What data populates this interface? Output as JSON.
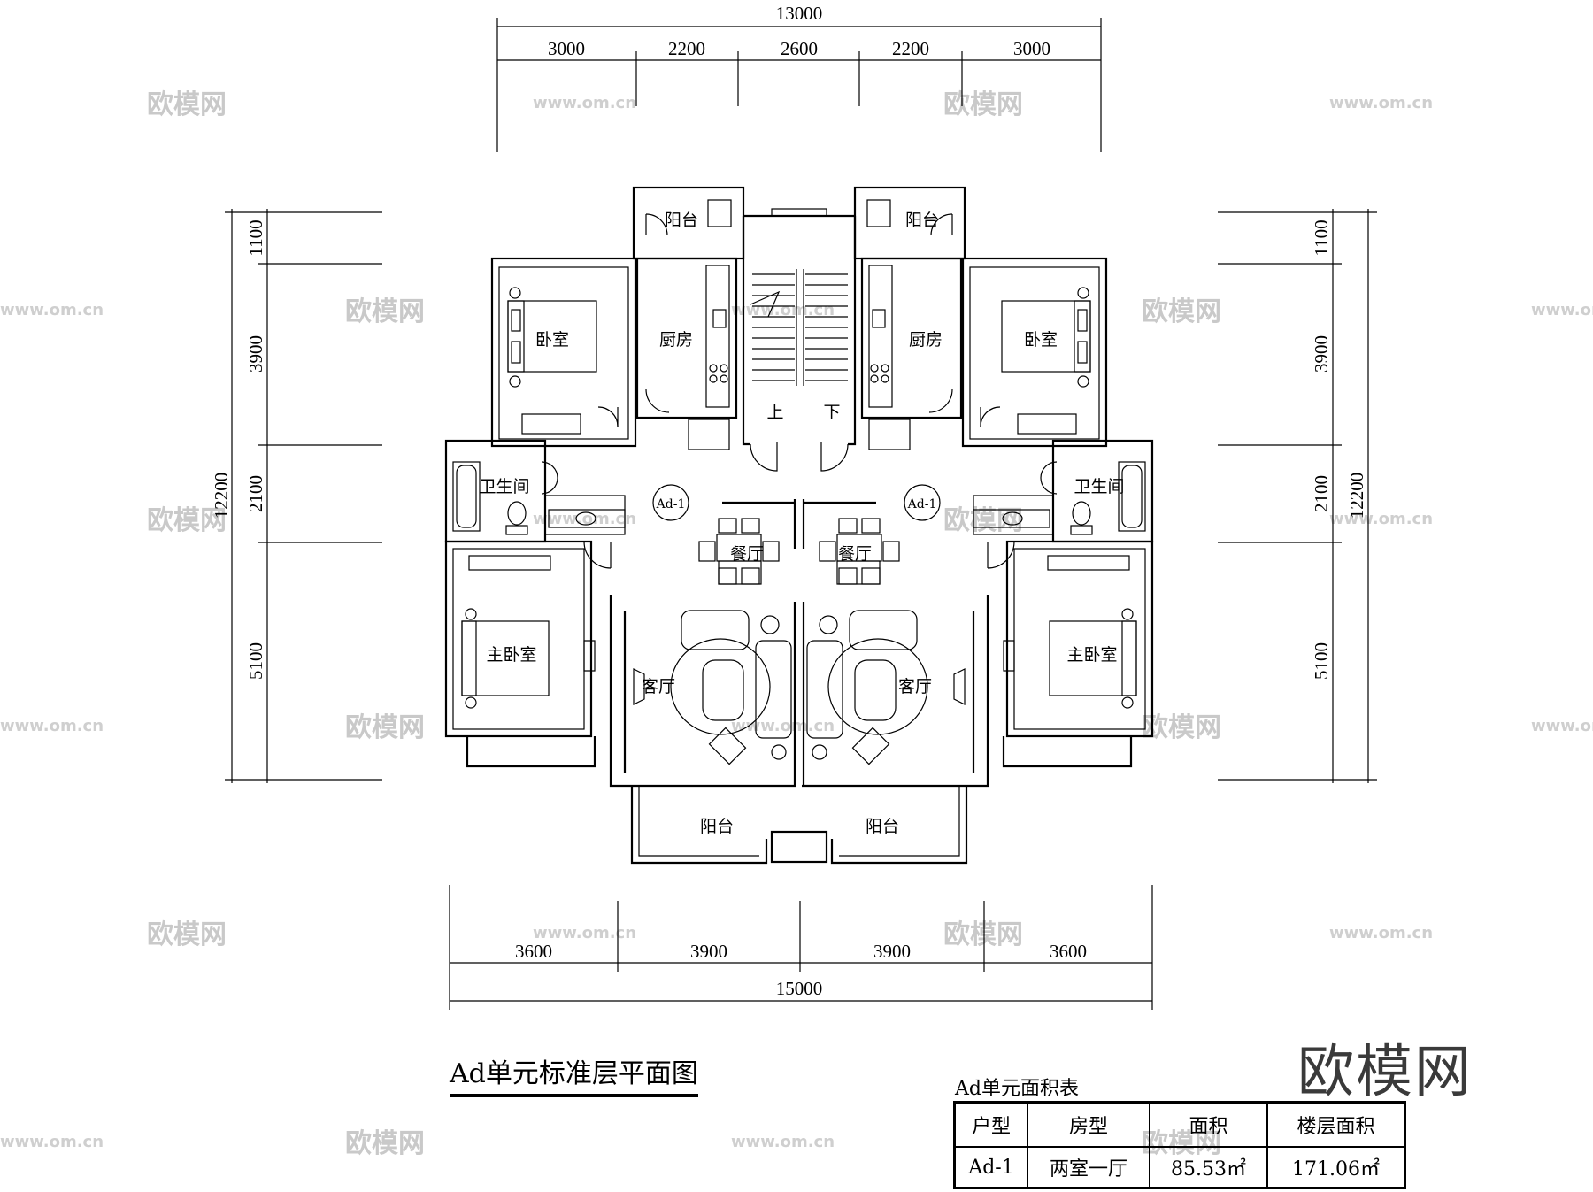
{
  "dimensions": {
    "top_total": "13000",
    "top_segments": [
      "3000",
      "2200",
      "2600",
      "2200",
      "3000"
    ],
    "bottom_total": "15000",
    "bottom_segments": [
      "3600",
      "3900",
      "3900",
      "3600"
    ],
    "side_total": "12200",
    "side_segments": [
      "1100",
      "3900",
      "2100",
      "5100"
    ]
  },
  "rooms": {
    "balcony": "阳台",
    "kitchen": "厨房",
    "bedroom": "卧室",
    "bathroom": "卫生间",
    "dining": "餐厅",
    "living": "客厅",
    "master_bedroom": "主卧室",
    "stair_up": "上",
    "stair_down": "下",
    "unit_tag": "Ad-1"
  },
  "plan_title": "Ad单元标准层平面图",
  "area_table": {
    "caption": "Ad单元面积表",
    "headers": [
      "户型",
      "房型",
      "面积",
      "楼层面积"
    ],
    "row": [
      "Ad-1",
      "两室一厅",
      "85.53㎡",
      "171.06㎡"
    ]
  },
  "watermark": {
    "brand": "欧模网",
    "url": "www.om.cn"
  }
}
